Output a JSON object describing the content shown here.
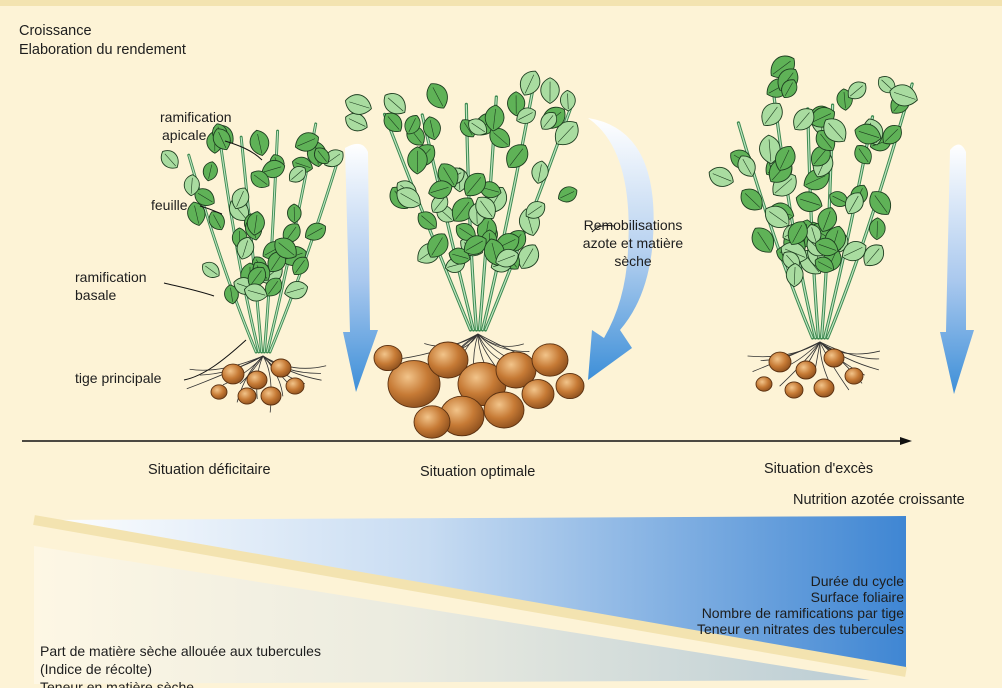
{
  "header": {
    "line1": "Croissance",
    "line2": "Elaboration du rendement"
  },
  "plant_labels": {
    "apical_1": "ramification",
    "apical_2": "apicale",
    "leaf": "feuille",
    "basal_1": "ramification",
    "basal_2": "basale",
    "stem": "tige principale"
  },
  "remobilisation": {
    "line1": "Remobilisations",
    "line2": "azote et matière",
    "line3": "sèche"
  },
  "situations": {
    "deficit": "Situation déficitaire",
    "optimal": "Situation optimale",
    "excess": "Situation d'excès"
  },
  "axis_label": "Nutrition azotée croissante",
  "increasing_list": [
    "Durée du cycle",
    "Surface foliaire",
    "Nombre de ramifications par tige",
    "Teneur en nitrates des tubercules"
  ],
  "decreasing_list": [
    "Part de matière sèche allouée aux tubercules",
    "(Indice de récolte)",
    "Teneur en matière sèche"
  ],
  "colors": {
    "background": "#fdf3d6",
    "leaf": "#5fb257",
    "leaf_light": "#a9dca0",
    "stem": "#3e8a52",
    "tuber": "#b86a2c",
    "arrow_blue": "#3d8fd8",
    "gradient_blue": "#4f8fd6"
  }
}
